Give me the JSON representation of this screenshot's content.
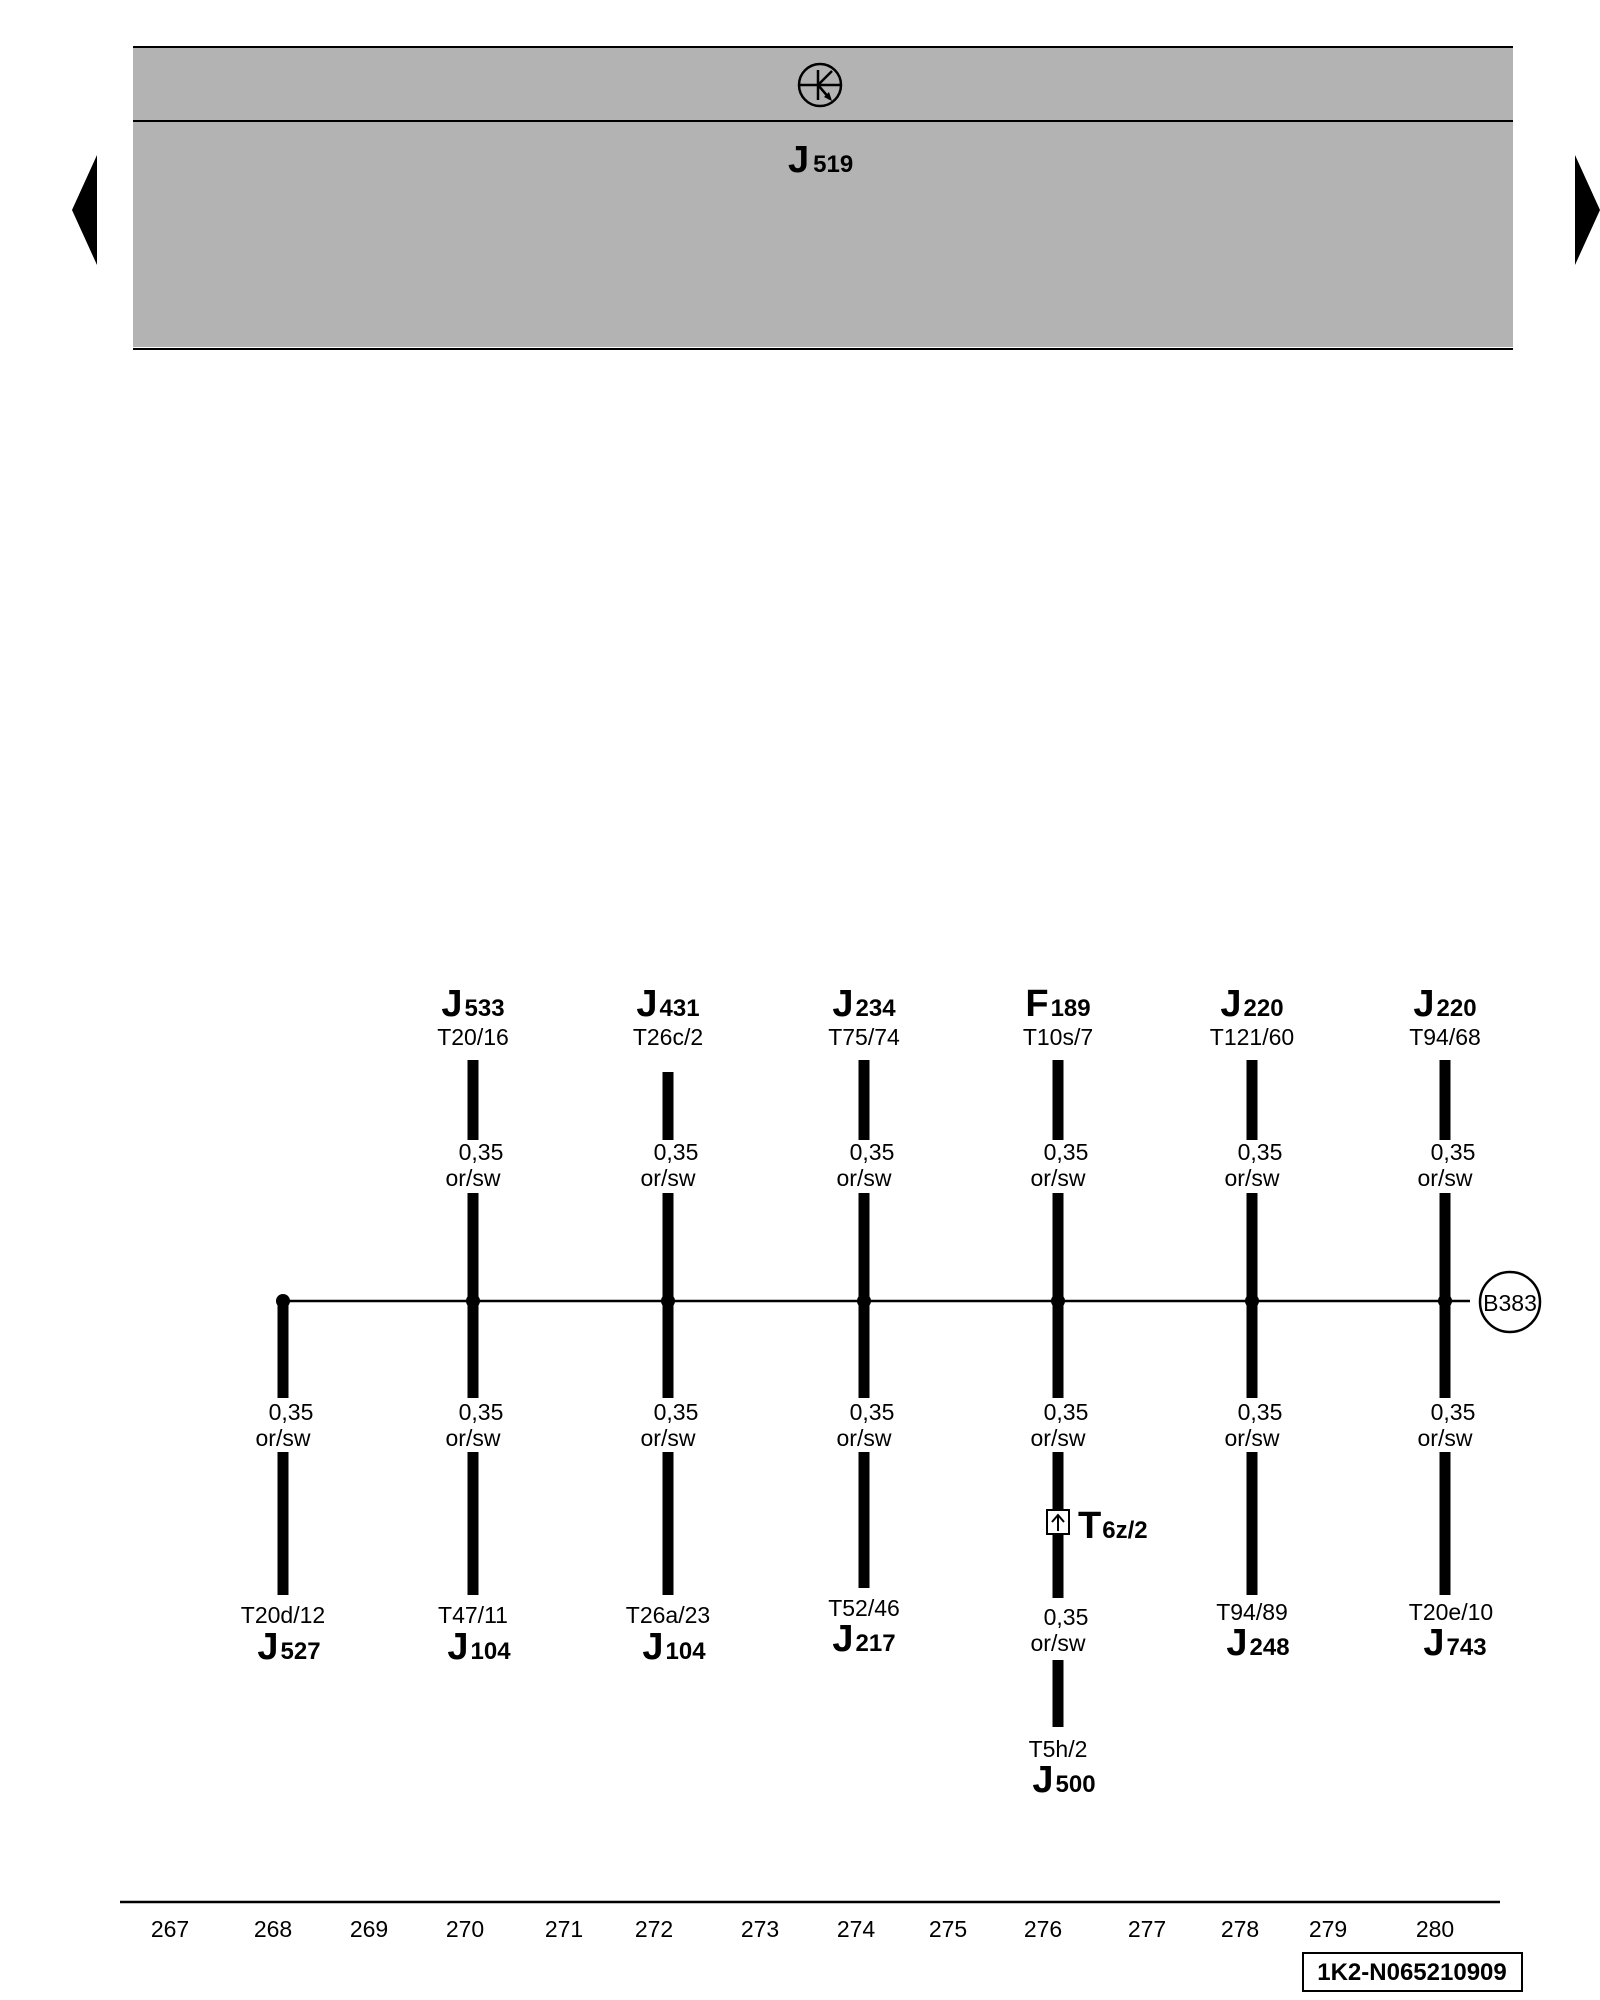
{
  "header": {
    "icon": "circuit-earth-icon",
    "component": "J",
    "component_sub": "519",
    "background": "#b3b3b3"
  },
  "nav": {
    "prev_icon": "triangle-left-icon",
    "next_icon": "triangle-right-icon"
  },
  "bus": {
    "connector": "B383"
  },
  "top_branches": [
    {
      "comp": "J",
      "comp_sub": "533",
      "pin": "T20/16",
      "size": "0,35",
      "color": "or/sw"
    },
    {
      "comp": "J",
      "comp_sub": "431",
      "pin": "T26c/2",
      "size": "0,35",
      "color": "or/sw"
    },
    {
      "comp": "J",
      "comp_sub": "234",
      "pin": "T75/74",
      "size": "0,35",
      "color": "or/sw"
    },
    {
      "comp": "F",
      "comp_sub": "189",
      "pin": "T10s/7",
      "size": "0,35",
      "color": "or/sw"
    },
    {
      "comp": "J",
      "comp_sub": "220",
      "pin": "T121/60",
      "size": "0,35",
      "color": "or/sw"
    },
    {
      "comp": "J",
      "comp_sub": "220",
      "pin": "T94/68",
      "size": "0,35",
      "color": "or/sw"
    }
  ],
  "bottom_branches": [
    {
      "size": "0,35",
      "color": "or/sw",
      "pin": "T20d/12",
      "comp": "J",
      "comp_sub": "527"
    },
    {
      "size": "0,35",
      "color": "or/sw",
      "pin": "T47/11",
      "comp": "J",
      "comp_sub": "104"
    },
    {
      "size": "0,35",
      "color": "or/sw",
      "pin": "T26a/23",
      "comp": "J",
      "comp_sub": "104"
    },
    {
      "size": "0,35",
      "color": "or/sw",
      "pin": "T52/46",
      "comp": "J",
      "comp_sub": "217"
    },
    {
      "size": "0,35",
      "color": "or/sw",
      "pin": "T5h/2",
      "comp": "J",
      "comp_sub": "500",
      "inline_connector": {
        "main": "T",
        "sub": "6z/2",
        "icon": "connector-arrow-icon"
      },
      "size2": "0,35",
      "color2": "or/sw"
    },
    {
      "size": "0,35",
      "color": "or/sw",
      "pin": "T94/89",
      "comp": "J",
      "comp_sub": "248"
    },
    {
      "size": "0,35",
      "color": "or/sw",
      "pin": "T20e/10",
      "comp": "J",
      "comp_sub": "743"
    }
  ],
  "footer": {
    "track_numbers": [
      "267",
      "268",
      "269",
      "270",
      "271",
      "272",
      "273",
      "274",
      "275",
      "276",
      "277",
      "278",
      "279",
      "280"
    ],
    "doc_id": "1K2-N065210909"
  }
}
